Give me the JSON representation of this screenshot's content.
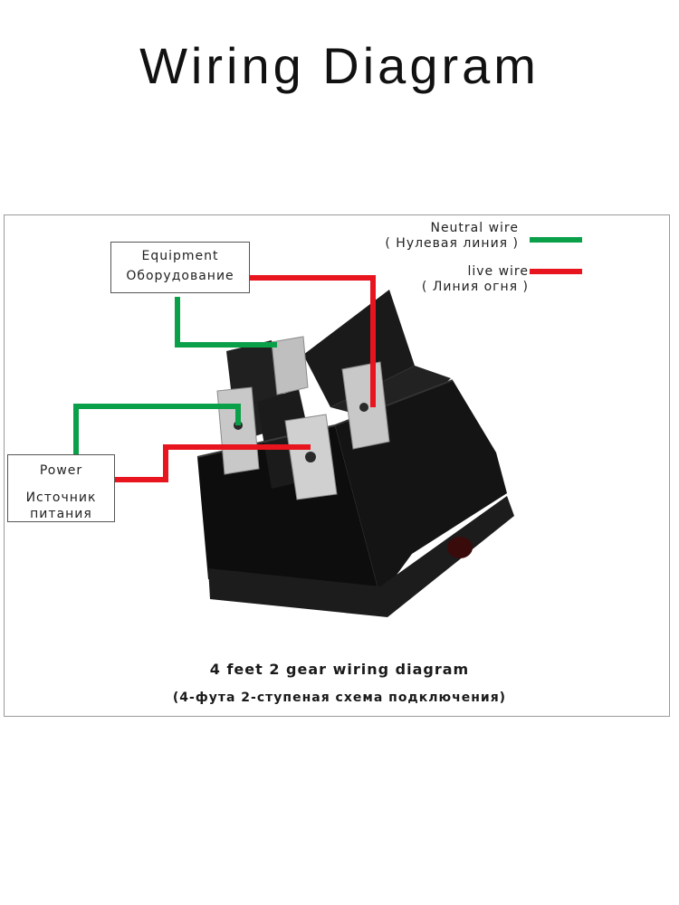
{
  "title": "Wiring Diagram",
  "legend": {
    "neutral": {
      "label_en": "Neutral wire",
      "label_ru": "( Нулевая линия )",
      "color": "#0aa04a"
    },
    "live": {
      "label_en": "live wire",
      "label_ru": "( Линия огня )",
      "color": "#e8141e"
    }
  },
  "labels": {
    "equipment": {
      "en": "Equipment",
      "ru": "Оборудование"
    },
    "power": {
      "en": "Power",
      "ru": "Источник питания"
    }
  },
  "caption": {
    "line1": "4 feet 2 gear wiring diagram",
    "line2": "(4-фута 2-ступеная схема подключения)"
  }
}
